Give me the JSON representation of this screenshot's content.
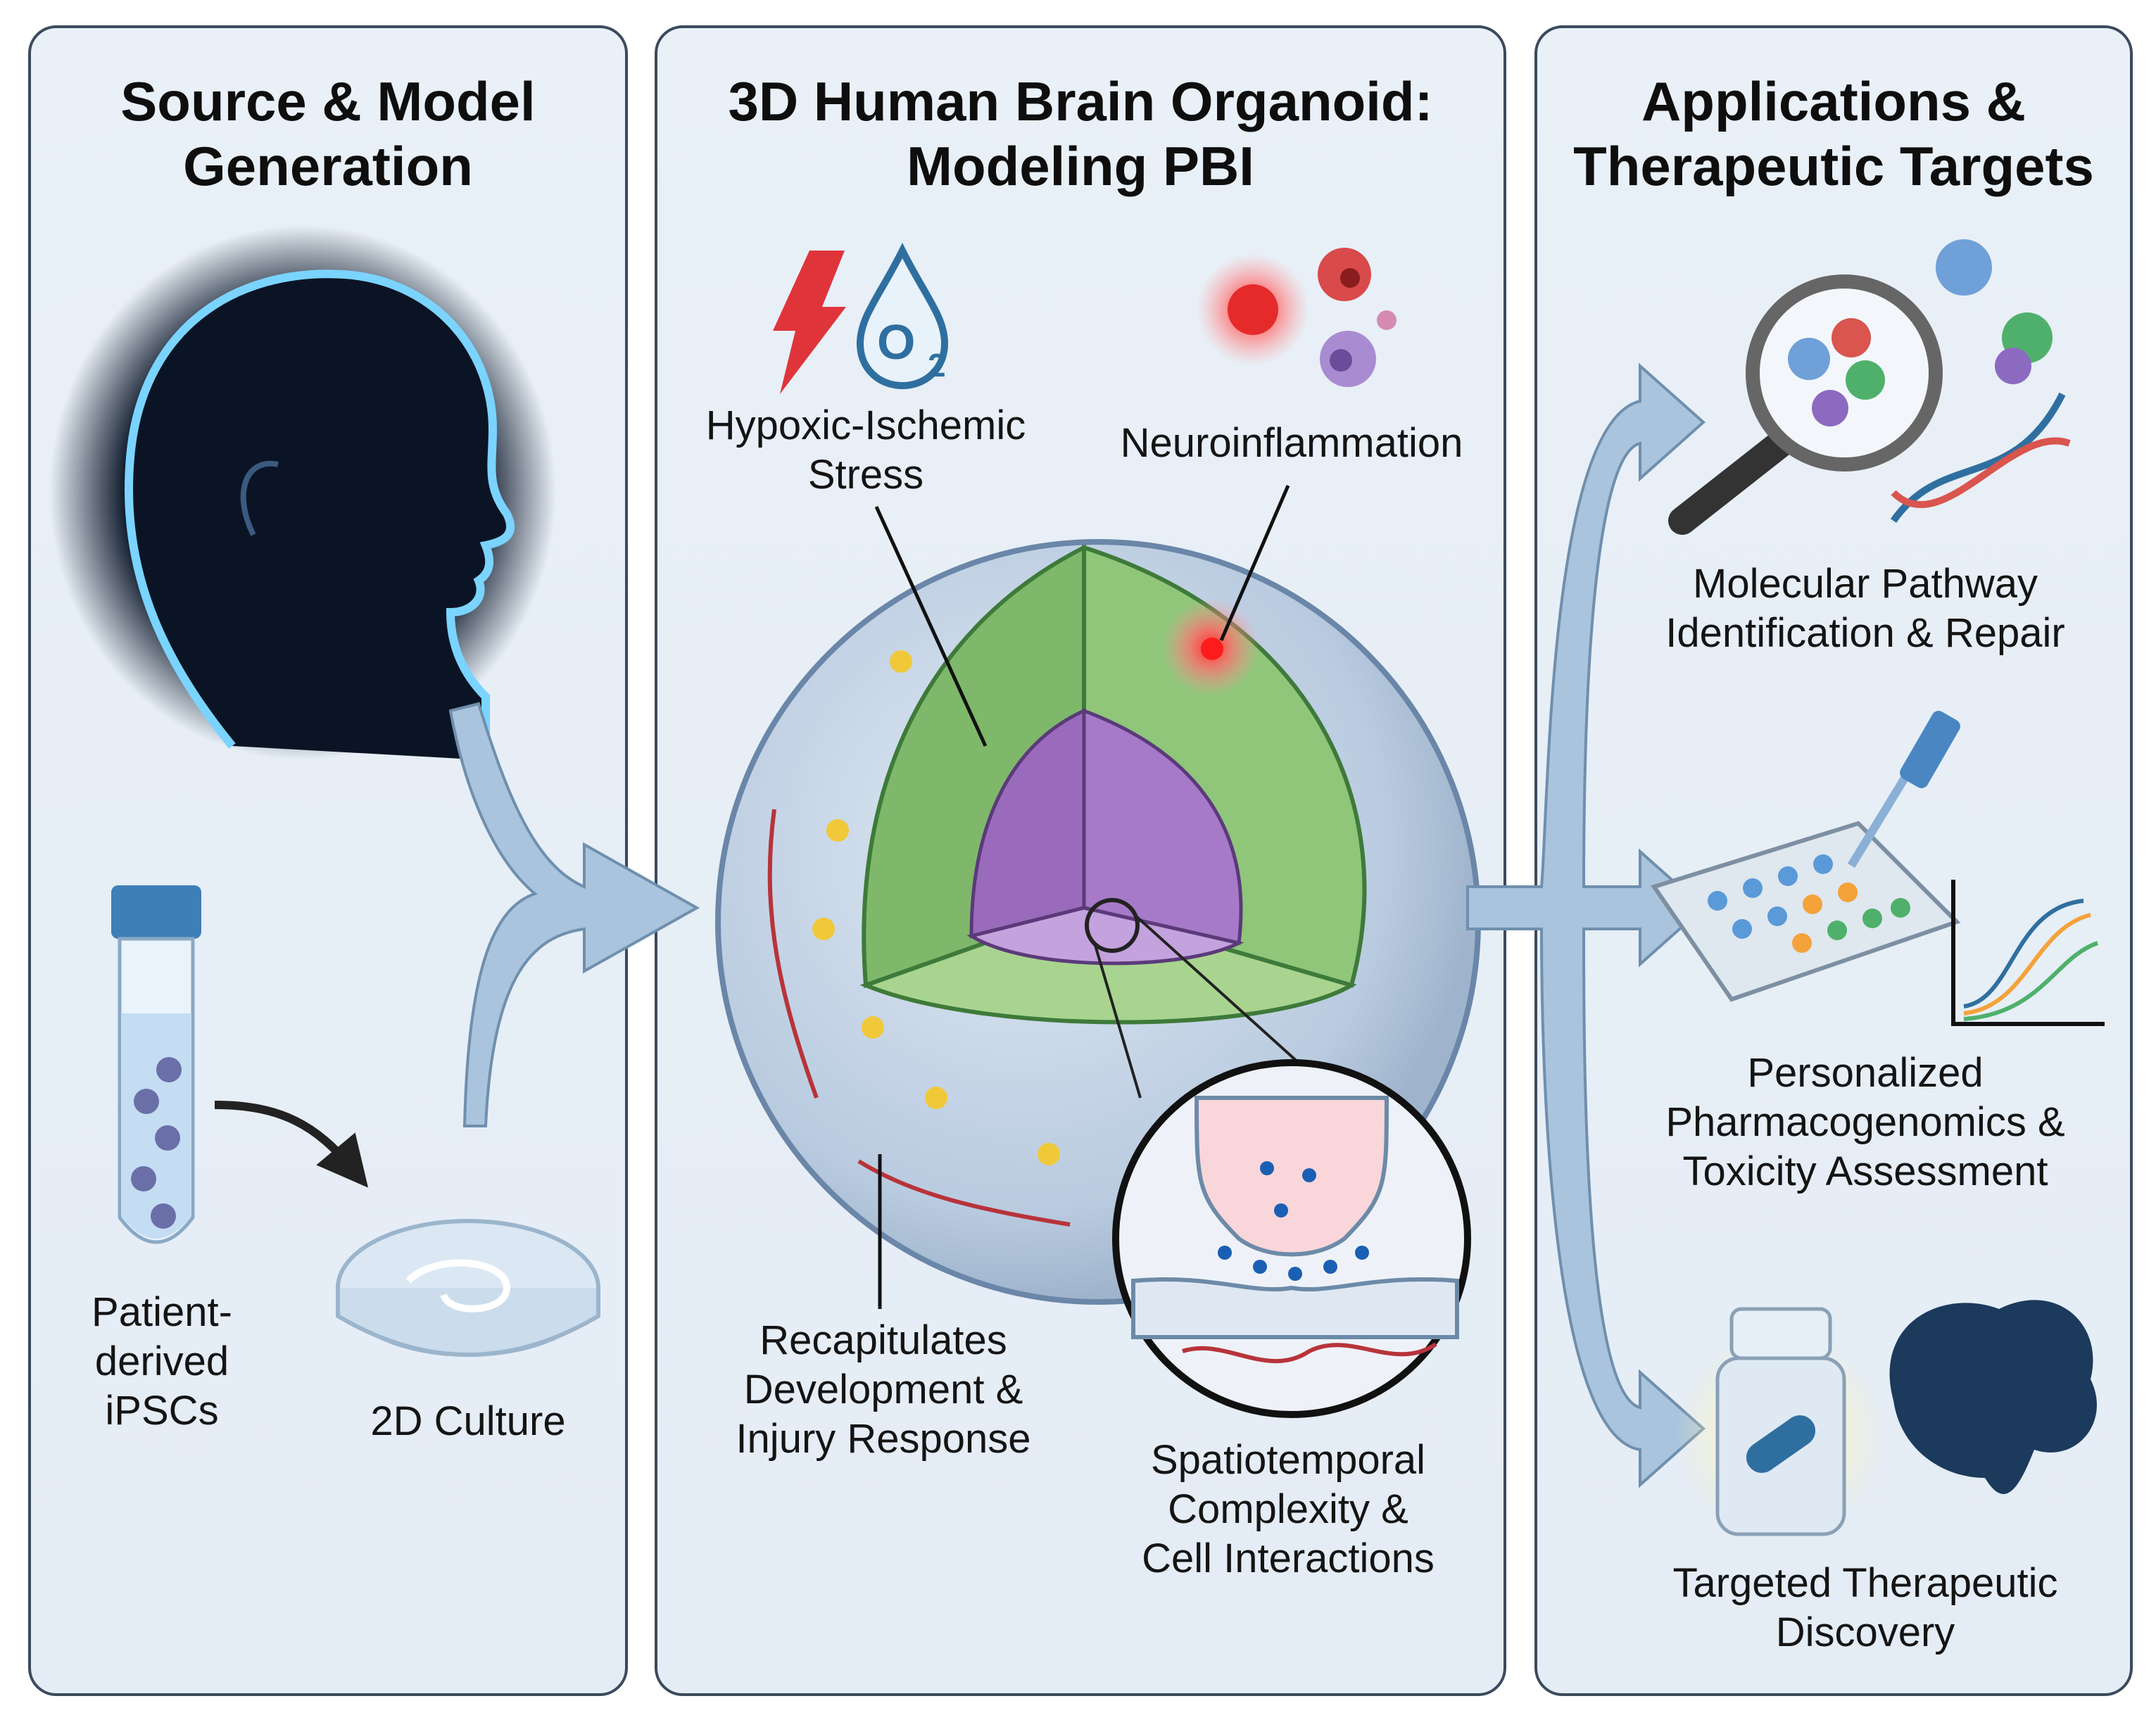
{
  "panels": {
    "source": {
      "title": "Source & Model\nGeneration",
      "labels": {
        "ipsc": "Patient-\nderived\niPSCs",
        "culture": "2D Culture"
      }
    },
    "organoid": {
      "title": "3D Human Brain Organoid:\nModeling PBI",
      "labels": {
        "hypoxic": "Hypoxic-Ischemic\nStress",
        "neuroinflammation": "Neuroinflammation",
        "recapitulates": "Recapitulates\nDevelopment &\nInjury Response",
        "spatiotemporal": "Spatiotemporal\nComplexity &\nCell Interactions"
      },
      "o2_symbol": "O",
      "o2_subscript": "2"
    },
    "applications": {
      "title": "Applications &\nTherapeutic Targets",
      "labels": {
        "molecular": "Molecular Pathway\nIdentification & Repair",
        "pharmaco": "Personalized\nPharmacogenomics &\nToxicity Assessment",
        "targeted": "Targeted Therapeutic\nDiscovery"
      }
    }
  },
  "colors": {
    "panel_border": "#3b4a5c",
    "arrow": "#a9c4dc",
    "outer_sphere": "#b9cbe0",
    "green_layer": "#8fc67a",
    "purple_core": "#a77ac9",
    "astrocyte": "#f0c93a",
    "vessel": "#b8333a",
    "inflammation": "#e52a2a",
    "lightning": "#e0343b",
    "drop": "#2f6fa0"
  },
  "icons": [
    "infant-silhouette-icon",
    "test-tube-icon",
    "petri-dish-icon",
    "lightning-icon",
    "oxygen-drop-icon",
    "immune-cells-icon",
    "organoid-sphere-icon",
    "synapse-zoom-icon",
    "magnifier-icon",
    "dna-icon",
    "well-plate-icon",
    "pipette-icon",
    "dose-response-chart-icon",
    "pill-bottle-icon",
    "brain-icon"
  ]
}
